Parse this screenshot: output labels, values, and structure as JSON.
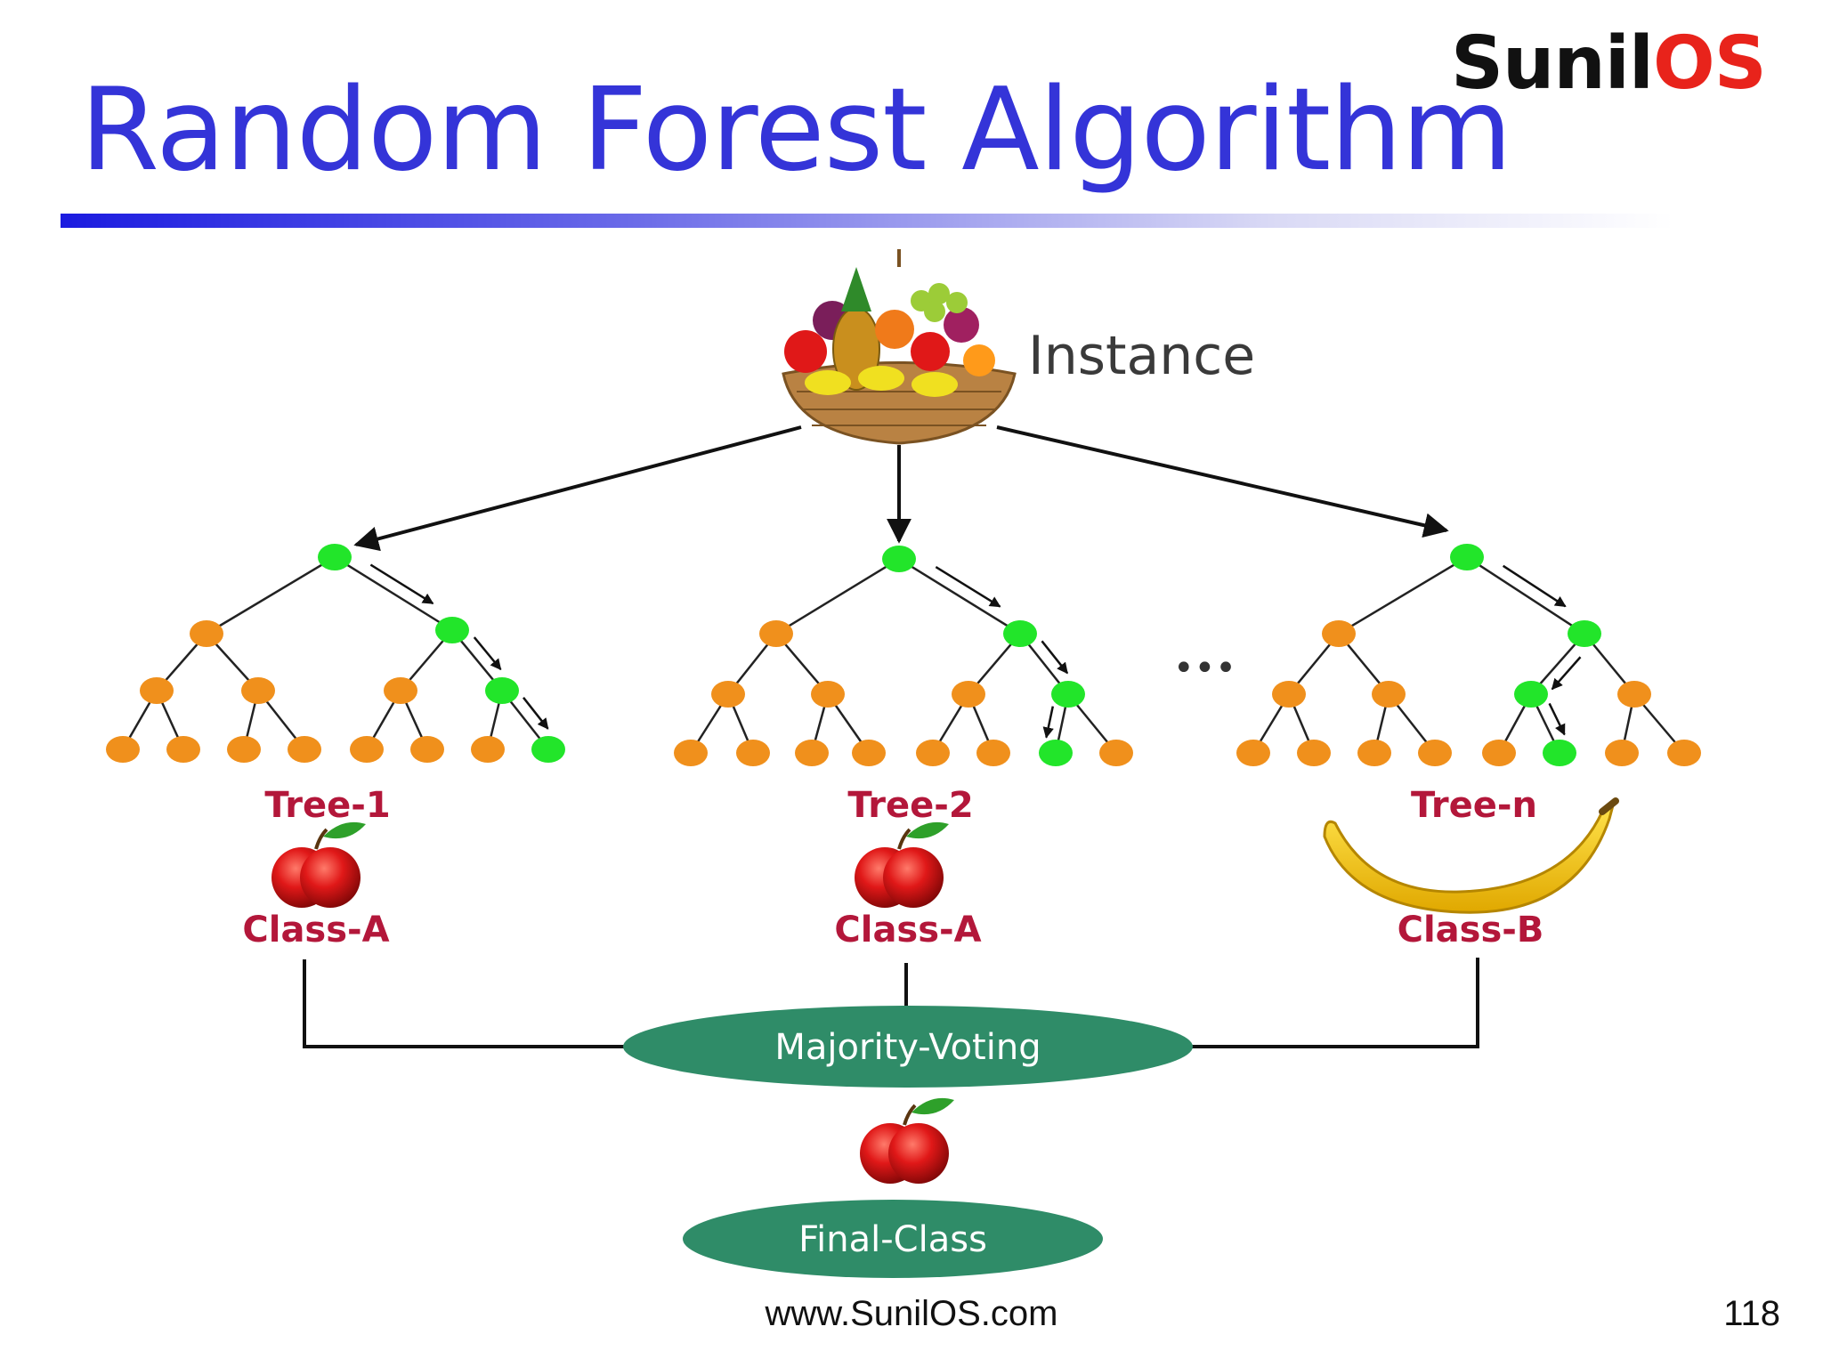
{
  "slide": {
    "title": "Random Forest Algorithm",
    "logo_part1": "Sunil",
    "logo_part2": "OS",
    "footer": "www.SunilOS.com",
    "page_number": "118"
  },
  "diagram": {
    "instance_label": "Instance",
    "ellipsis": "•••",
    "trees": [
      {
        "name": "Tree-1",
        "class": "Class-A",
        "fruit": "apple-icon"
      },
      {
        "name": "Tree-2",
        "class": "Class-A",
        "fruit": "apple-icon"
      },
      {
        "name": "Tree-n",
        "class": "Class-B",
        "fruit": "banana-icon"
      }
    ],
    "majority_voting": "Majority-Voting",
    "final_class": "Final-Class",
    "final_fruit": "apple-icon",
    "colors": {
      "node_default": "#f0901c",
      "node_path": "#22e52a",
      "class_label": "#b3173a",
      "oval": "#2f8c68",
      "title": "#3434d8"
    }
  }
}
